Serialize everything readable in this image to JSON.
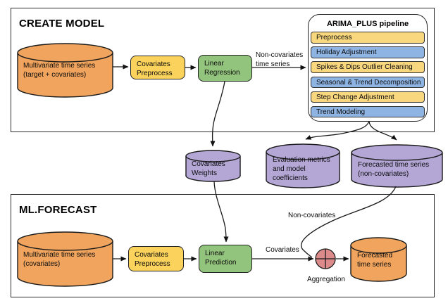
{
  "create_model": {
    "title": "CREATE MODEL",
    "input_db_label": "Multivariate time series (target + covariates)",
    "preprocess_label": "Covariates Preprocess",
    "regression_label": "Linear Regression",
    "noncov_arrow_label": "Non-covariates time series"
  },
  "arima_pipeline": {
    "title": "ARIMA_PLUS pipeline",
    "steps": [
      {
        "label": "Preprocess",
        "color": "#F9D77E"
      },
      {
        "label": "Holiday Adjustment",
        "color": "#8EB4E3"
      },
      {
        "label": "Spikes & Dips Outlier Cleaning",
        "color": "#F9D77E"
      },
      {
        "label": "Seasonal & Trend Decomposition",
        "color": "#8EB4E3"
      },
      {
        "label": "Step Change Adjustment",
        "color": "#F9D77E"
      },
      {
        "label": "Trend Modeling",
        "color": "#8EB4E3"
      }
    ]
  },
  "artifacts": {
    "covariates_weights_label": "Covariates Weights",
    "evaluation_metrics_label": "Evaluation metrics and model coefficients",
    "forecasted_noncov_label": "Forecasted time series (non-covariates)"
  },
  "ml_forecast": {
    "title": "ML.FORECAST",
    "input_db_label": "Multivariate time series (covariates)",
    "preprocess_label": "Covariates Preprocess",
    "prediction_label": "Linear Prediction",
    "covariates_arrow_label": "Covariates",
    "noncov_arrow_label": "Non-covariates",
    "aggregation_label": "Aggregation",
    "output_db_label": "Forecasted time series"
  },
  "colors": {
    "datastore_orange": "#F0A45D",
    "process_yellow": "#FBD35C",
    "process_green": "#93C47D",
    "artifact_purple": "#B4A7D6",
    "aggregation_pink": "#DD8A8A"
  }
}
